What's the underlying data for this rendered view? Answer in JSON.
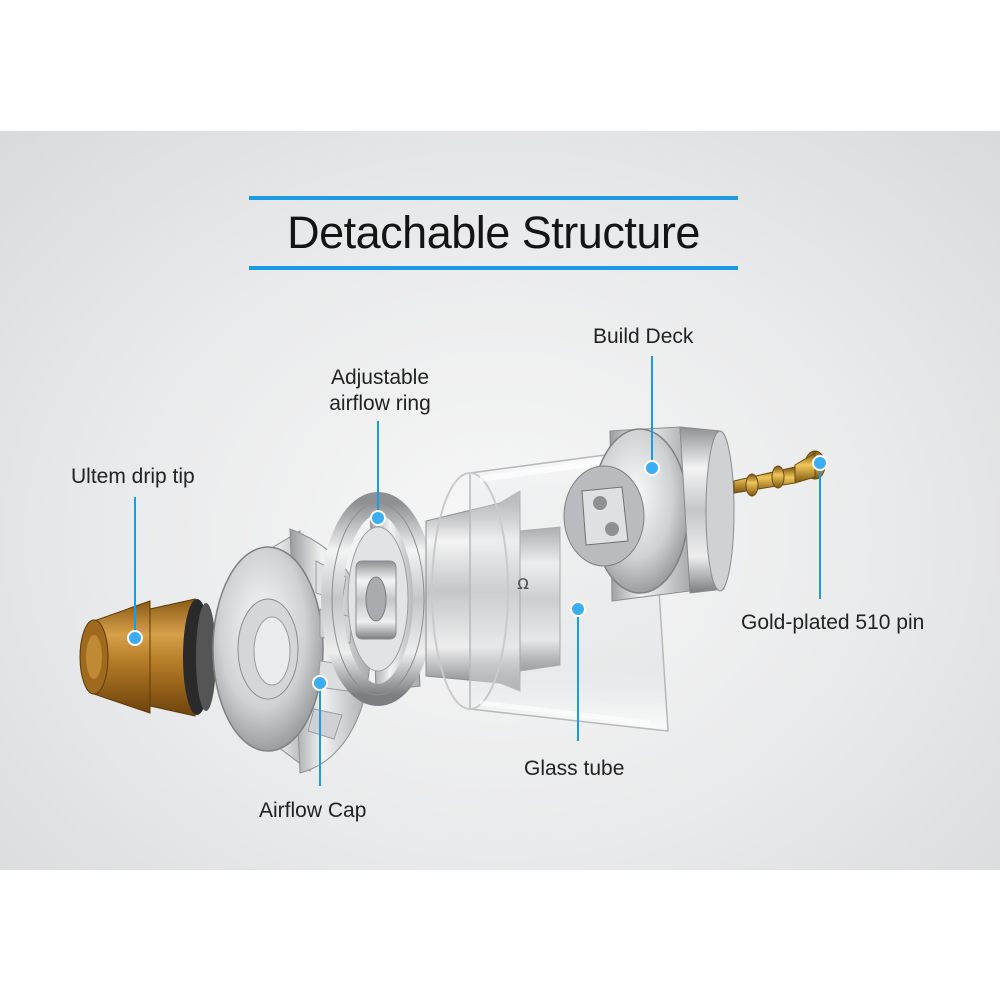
{
  "title": "Detachable Structure",
  "accent_color": "#1a9be3",
  "labels": {
    "build_deck": "Build Deck",
    "adjustable_airflow_ring_line1": "Adjustable",
    "adjustable_airflow_ring_line2": "airflow ring",
    "ultem_drip_tip": "Ultem drip tip",
    "gold_plated_510_pin": "Gold-plated 510 pin",
    "glass_tube": "Glass tube",
    "airflow_cap": "Airflow Cap"
  }
}
